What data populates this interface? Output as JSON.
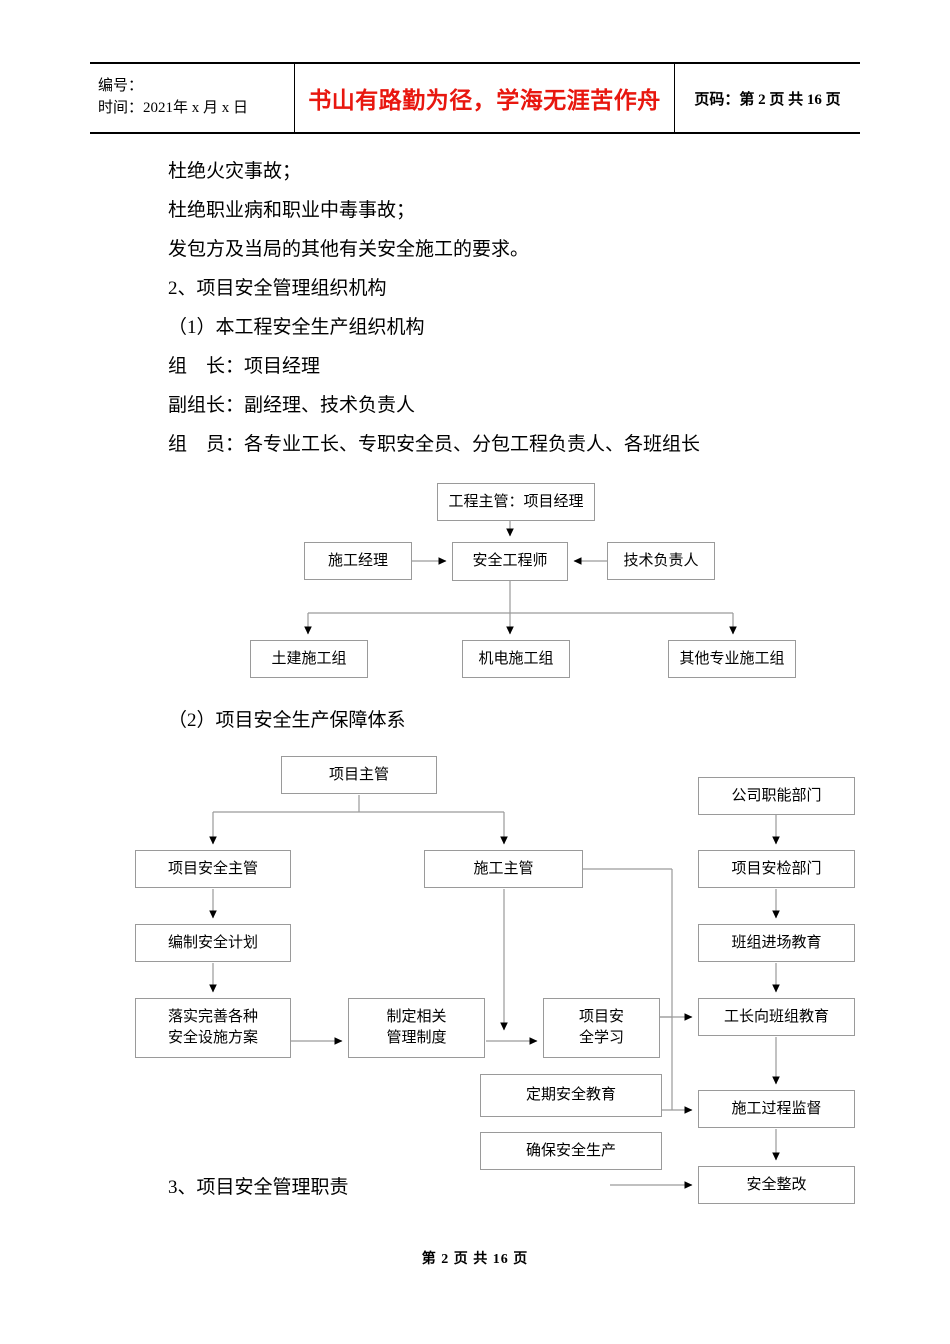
{
  "header": {
    "left_line1": "编号：",
    "left_line2": "时间：2021年 x 月 x 日",
    "center_motto": "书山有路勤为径，学海无涯苦作舟",
    "center_color": "#e8170f",
    "right_pages": "页码：第 2 页  共 16 页"
  },
  "body": {
    "paragraphs": [
      "杜绝火灾事故；",
      "杜绝职业病和职业中毒事故；",
      "发包方及当局的其他有关安全施工的要求。",
      "2、项目安全管理组织机构",
      "（1）本工程安全生产组织机构",
      "组    长：项目经理",
      "副组长：副经理、技术负责人",
      "组    员：各专业工长、专职安全员、分包工程负责人、各班组长"
    ],
    "caption_2": "（2）项目安全生产保障体系",
    "caption_3": "3、项目安全管理职责"
  },
  "chart_data": [
    {
      "type": "diagram",
      "name": "safety-production-org-chart",
      "title": "本工程安全生产组织机构",
      "nodes": [
        {
          "id": "n1",
          "label": "工程主管：项目经理"
        },
        {
          "id": "n2",
          "label": "施工经理"
        },
        {
          "id": "n3",
          "label": "安全工程师"
        },
        {
          "id": "n4",
          "label": "技术负责人"
        },
        {
          "id": "n5",
          "label": "土建施工组"
        },
        {
          "id": "n6",
          "label": "机电施工组"
        },
        {
          "id": "n7",
          "label": "其他专业施工组"
        }
      ],
      "edges": [
        {
          "from": "n1",
          "to": "n3"
        },
        {
          "from": "n2",
          "to": "n3"
        },
        {
          "from": "n4",
          "to": "n3"
        },
        {
          "from": "n3",
          "to": "n5"
        },
        {
          "from": "n3",
          "to": "n6"
        },
        {
          "from": "n3",
          "to": "n7"
        }
      ]
    },
    {
      "type": "diagram",
      "name": "safety-production-assurance-system",
      "title": "项目安全生产保障体系",
      "nodes": [
        {
          "id": "m1",
          "label": "项目主管"
        },
        {
          "id": "m2",
          "label": "项目安全主管"
        },
        {
          "id": "m3",
          "label": "施工主管"
        },
        {
          "id": "m4",
          "label": "编制安全计划"
        },
        {
          "id": "m5",
          "label": "落实完善各种\n安全设施方案"
        },
        {
          "id": "m6",
          "label": "制定相关\n管理制度"
        },
        {
          "id": "m7",
          "label": "项目安\n全学习"
        },
        {
          "id": "m8",
          "label": "定期安全教育"
        },
        {
          "id": "m9",
          "label": "确保安全生产"
        },
        {
          "id": "m10",
          "label": "公司职能部门"
        },
        {
          "id": "m11",
          "label": "项目安检部门"
        },
        {
          "id": "m12",
          "label": "班组进场教育"
        },
        {
          "id": "m13",
          "label": "工长向班组教育"
        },
        {
          "id": "m14",
          "label": "施工过程监督"
        },
        {
          "id": "m15",
          "label": "安全整改"
        }
      ],
      "edges": [
        {
          "from": "m1",
          "to": "m2"
        },
        {
          "from": "m1",
          "to": "m3"
        },
        {
          "from": "m2",
          "to": "m4"
        },
        {
          "from": "m4",
          "to": "m5"
        },
        {
          "from": "m5",
          "to": "m6"
        },
        {
          "from": "m6",
          "to": "m7"
        },
        {
          "from": "m3",
          "to": "m7"
        },
        {
          "from": "m3",
          "to": "m13"
        },
        {
          "from": "m8",
          "to": "m14"
        },
        {
          "from": "m9",
          "to": "m15"
        },
        {
          "from": "m10",
          "to": "m11"
        },
        {
          "from": "m11",
          "to": "m12"
        },
        {
          "from": "m12",
          "to": "m13"
        },
        {
          "from": "m13",
          "to": "m14"
        },
        {
          "from": "m14",
          "to": "m15"
        }
      ]
    }
  ],
  "footer": {
    "page_label": "第 2 页  共 16 页"
  }
}
